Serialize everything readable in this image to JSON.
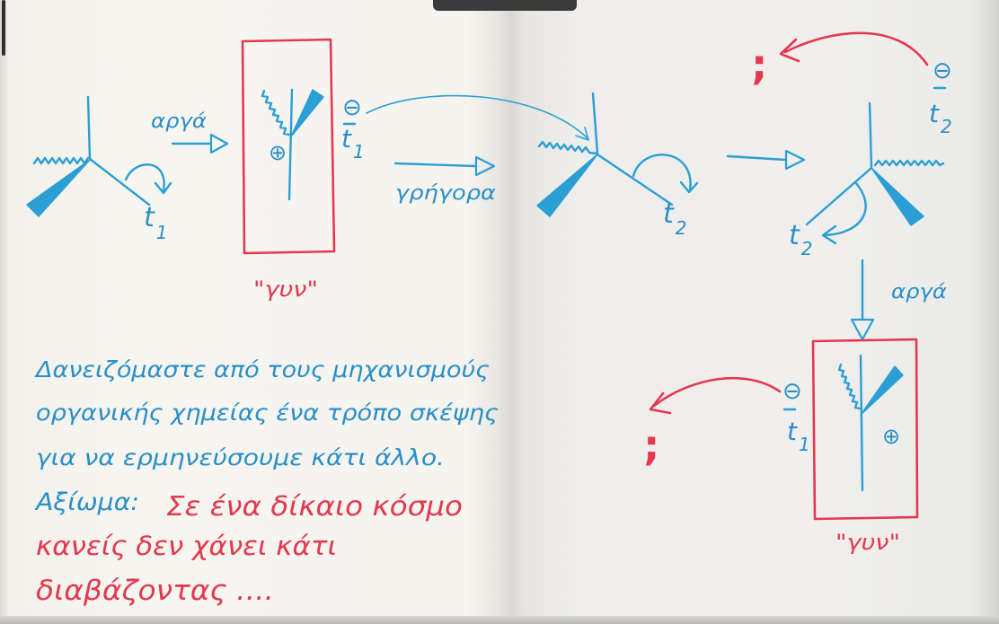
{
  "mechanism": {
    "reactant": {
      "group": {
        "letter": "t",
        "sub": "1"
      }
    },
    "slow_step_1": {
      "label": "αργά"
    },
    "intermediate_1": {
      "charge": "⊕",
      "caption": "\"γυν\""
    },
    "nucleophile_1": {
      "charge": "⊖",
      "letter": "t",
      "sub": "1"
    },
    "fast_step": {
      "label": "γρήγορα"
    },
    "product_1": {
      "group": {
        "letter": "t",
        "sub": "2"
      }
    },
    "product_2": {
      "group": {
        "letter": "t",
        "sub": "2"
      }
    },
    "nucleophile_top": {
      "charge": "⊖",
      "letter": "t",
      "sub": "2"
    },
    "question_top": ";",
    "slow_step_2": {
      "label": "αργά"
    },
    "intermediate_2": {
      "charge": "⊕",
      "caption": "\"γυν\""
    },
    "nucleophile_2": {
      "charge": "⊖",
      "letter": "t",
      "sub": "1"
    },
    "question_bottom": ";"
  },
  "notes": {
    "lines": [
      "Δανειζόμαστε από τους μηχανισμούς",
      "οργανικής χημείας ένα τρόπο σκέψης",
      "για να ερμηνεύσουμε κάτι άλλο."
    ],
    "axiom_label": "Αξίωμα:",
    "axiom_lines": [
      "Σε ένα δίκαιο κόσμο",
      "κανείς δεν χάνει κάτι",
      "διαβάζοντας ...."
    ]
  },
  "colors": {
    "ink_blue": "#2b9fd4",
    "ink_blue_text": "#2a8fc8",
    "ink_red": "#e3394f",
    "paper": "#f5f3ee"
  }
}
